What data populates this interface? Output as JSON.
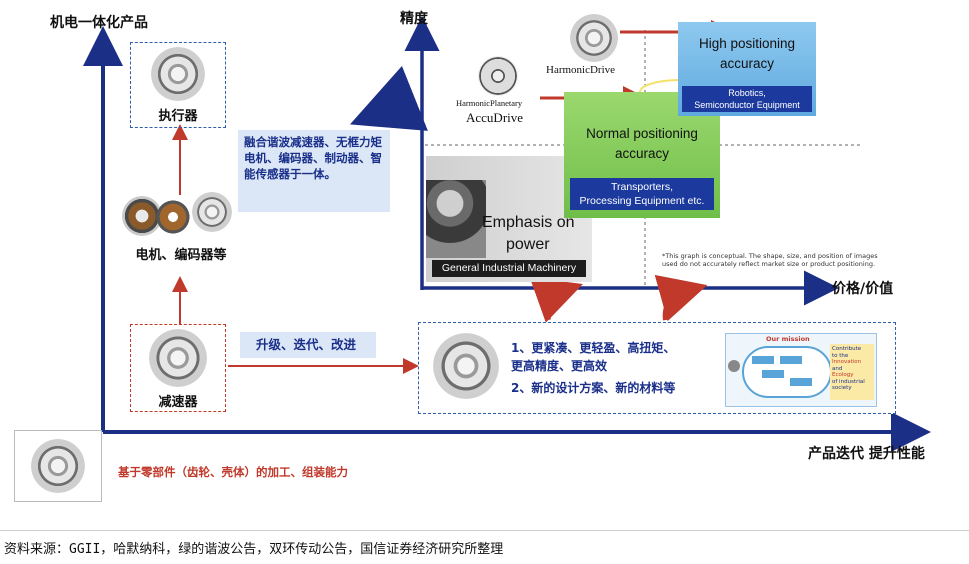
{
  "main_axes": {
    "y_label": "机电一体化产品",
    "x_label": "产品迭代 提升性能"
  },
  "left_chain": {
    "actuator": "执行器",
    "motor_encoder": "电机、编码器等",
    "reducer": "减速器",
    "base_caption": "基于零部件（齿轮、壳体）的加工、组装能力"
  },
  "integration_box": "融合谐波减速器、无框力矩电机、编码器、制动器、智能传感器于一体。",
  "upgrade_box": "升级、迭代、改进",
  "improvements": {
    "line1": "1、更紧凑、更轻盈、高扭矩、",
    "line2": "更高精度、更高效",
    "line3": "2、新的设计方案、新的材料等"
  },
  "mission": {
    "title": "Our mission",
    "side1": "Contribute",
    "side2": "to the",
    "side3": "Innovation",
    "side4": "and",
    "side5": "Ecology",
    "side6": "of industrial",
    "side7": "society"
  },
  "inner_chart": {
    "y_label": "精度",
    "x_label": "价格/价值",
    "harmonic_drive": "HarmonicDrive",
    "harmonic_planetary": "HarmonicPlanetary",
    "accudrive": "AccuDrive",
    "high_title_1": "High positioning",
    "high_title_2": "accuracy",
    "high_sub_1": "Robotics,",
    "high_sub_2": "Semiconductor Equipment",
    "normal_title_1": "Normal positioning",
    "normal_title_2": "accuracy",
    "normal_sub_1": "Transporters,",
    "normal_sub_2": "Processing Equipment etc.",
    "emphasis_1": "Emphasis on",
    "emphasis_2": "power",
    "emphasis_sub": "General Industrial Machinery",
    "note_1": "*This graph is conceptual. The shape, size, and position of images",
    "note_2": "used do not accurately reflect market size or product positioning."
  },
  "source": "资料来源：GGII，哈默纳科，绿的谐波公告，双环传动公告，国信证券经济研究所整理"
}
